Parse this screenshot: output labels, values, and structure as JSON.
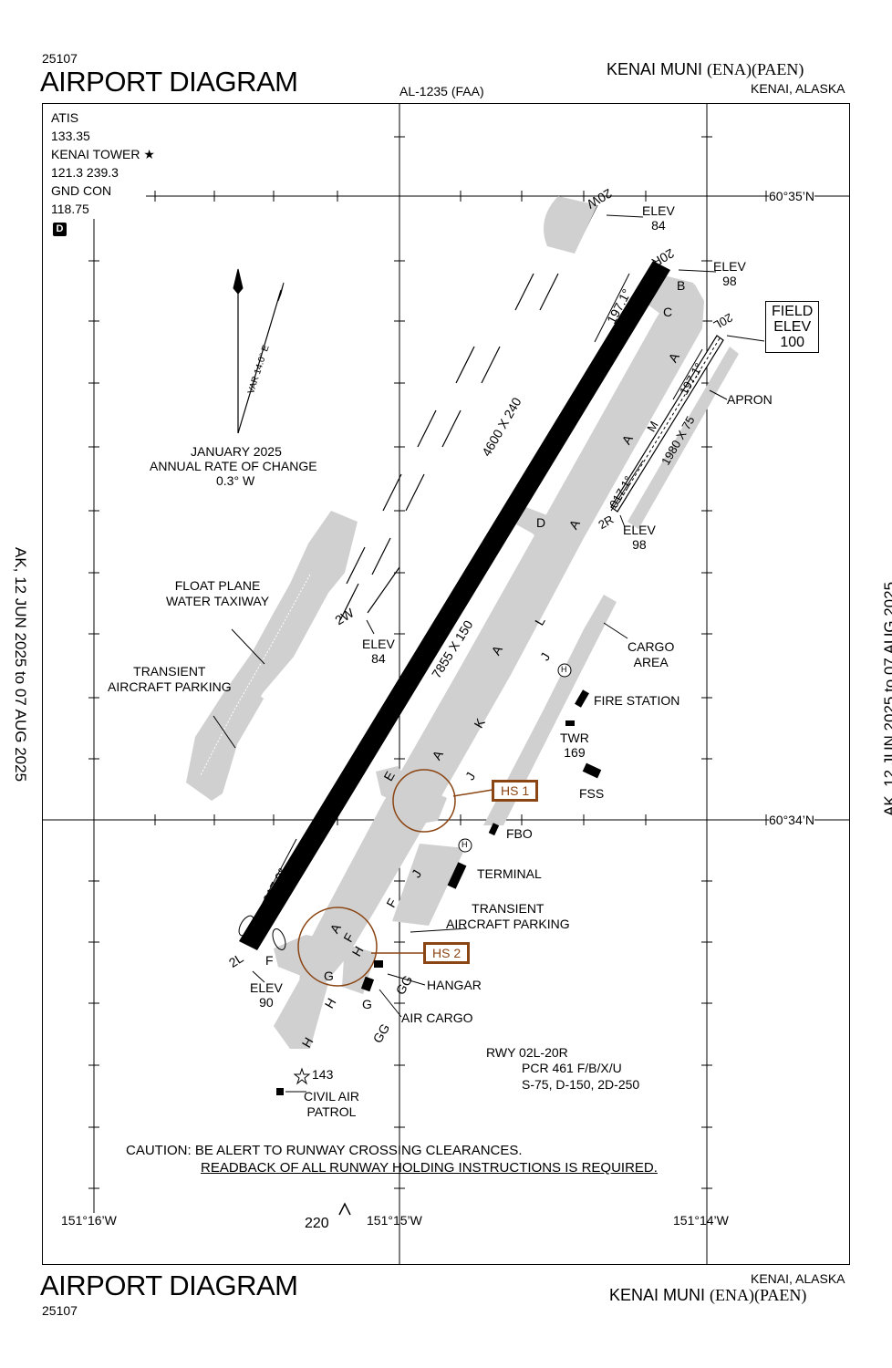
{
  "header": {
    "chart_number": "25107",
    "title": "AIRPORT DIAGRAM",
    "al_number": "AL-1235 (FAA)",
    "airport_name": "KENAI MUNI",
    "airport_ids": "(ENA)(PAEN)",
    "location": "KENAI, ALASKA"
  },
  "frequencies": {
    "atis_label": "ATIS",
    "atis_freq": "133.35",
    "tower_label": "KENAI TOWER ★",
    "tower_freq": "121.3  239.3",
    "gnd_label": "GND CON",
    "gnd_freq": "118.75",
    "d_badge": "D"
  },
  "coords": {
    "lat_north": "60°35’N",
    "lat_south": "60°34’N",
    "lon_west": "151°16’W",
    "lon_mid": "151°15’W",
    "lon_east": "151°14’W"
  },
  "effective": {
    "left": "AK,  12 JUN 2025  to  07 AUG 2025",
    "right": "AK,  12 JUN 2025  to  07 AUG 2025"
  },
  "variation": {
    "var_label": "VAR 14.0° E",
    "date": "JANUARY 2025",
    "rate_label": "ANNUAL RATE OF CHANGE",
    "rate": "0.3° W"
  },
  "runways": {
    "main_dims": "7855 X 150",
    "main_heading_north": "197.1°",
    "main_heading_south": "017.0°",
    "main_end_n": "20R",
    "main_end_s": "2L",
    "parallel_dims": "1980 X 75",
    "parallel_heading_n": "197.1°",
    "parallel_heading_s": "017.1°",
    "parallel_end_n": "20L",
    "parallel_end_s": "2R",
    "water_dims": "4600 X 240",
    "water_end_n": "20W",
    "water_end_s": "2W"
  },
  "elevations": {
    "elev_label": "ELEV",
    "e20w": "84",
    "e20r": "98",
    "e2r": "98",
    "e2w": "84",
    "e2l": "90",
    "field_label_1": "FIELD",
    "field_label_2": "ELEV",
    "field_value": "100"
  },
  "taxiways": [
    "A",
    "A",
    "A",
    "A",
    "A",
    "A",
    "B",
    "C",
    "D",
    "E",
    "F",
    "F",
    "G",
    "G",
    "GG",
    "GG",
    "H",
    "H",
    "H",
    "J",
    "J",
    "J",
    "K",
    "L"
  ],
  "facilities": {
    "apron": "APRON",
    "cargo_area_1": "CARGO",
    "cargo_area_2": "AREA",
    "fire_station": "FIRE STATION",
    "twr": "TWR",
    "twr_height": "169",
    "fss": "FSS",
    "fbo": "FBO",
    "terminal": "TERMINAL",
    "transient_parking_1": "TRANSIENT",
    "transient_parking_2": "AIRCRAFT PARKING",
    "float_plane_1": "FLOAT PLANE",
    "float_plane_2": "WATER TAXIWAY",
    "transient_left_1": "TRANSIENT",
    "transient_left_2": "AIRCRAFT PARKING",
    "hangar": "HANGAR",
    "air_cargo": "AIR CARGO",
    "obstacle": "143",
    "civil_air_1": "CIVIL AIR",
    "civil_air_2": "PATROL",
    "mark_220": "220",
    "heli": "H",
    "hot_spot_1": "HS 1",
    "hot_spot_2": "HS 2",
    "strip_label": "M"
  },
  "runway_info": {
    "line1": "RWY 02L-20R",
    "line2": "PCR 461 F/B/X/U",
    "line3": "S-75, D-150, 2D-250"
  },
  "caution": {
    "line1": "CAUTION: BE ALERT TO RUNWAY CROSSING CLEARANCES.",
    "line2": "READBACK OF ALL RUNWAY HOLDING INSTRUCTIONS IS REQUIRED."
  },
  "footer": {
    "title": "AIRPORT DIAGRAM",
    "chart_number": "25107",
    "location": "KENAI, ALASKA",
    "airport_name": "KENAI MUNI",
    "airport_ids": "(ENA)(PAEN)"
  },
  "colors": {
    "pavement": "#d0d0d0",
    "runway": "#000000",
    "hotspot": "#8B4513"
  }
}
